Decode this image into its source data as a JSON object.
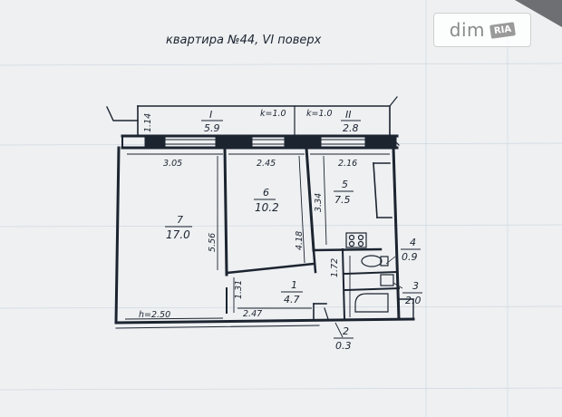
{
  "header": {
    "title": "квартира №44,   VI поверх"
  },
  "watermark": {
    "brand": "dim",
    "badge": "RIA"
  },
  "rooms": [
    {
      "id": "I",
      "area": "5.9",
      "k": "k=1.0"
    },
    {
      "id": "II",
      "area": "2.8",
      "k": "k=1.0"
    },
    {
      "id": "7",
      "area": "17.0"
    },
    {
      "id": "6",
      "area": "10.2"
    },
    {
      "id": "5",
      "area": "7.5"
    },
    {
      "id": "4",
      "area": "0.9"
    },
    {
      "id": "3",
      "area": "2.0"
    },
    {
      "id": "1",
      "area": "4.7"
    },
    {
      "id": "2",
      "area": "0.3"
    }
  ],
  "dimensions": {
    "balcony_depth": "1.14",
    "w_room7": "3.05",
    "w_room6": "2.45",
    "w_room5": "2.16",
    "h_room7": "5.56",
    "h_room6": "4.18",
    "h_room5": "3.34",
    "hall_depth": "1.31",
    "wc_height": "1.72",
    "hall_width": "2.47",
    "ceiling": "h=2.50"
  },
  "colors": {
    "ink": "#1c2430",
    "paper": "#eef0f2",
    "grid": "#c9d3dc",
    "background": "#6d6f72"
  }
}
